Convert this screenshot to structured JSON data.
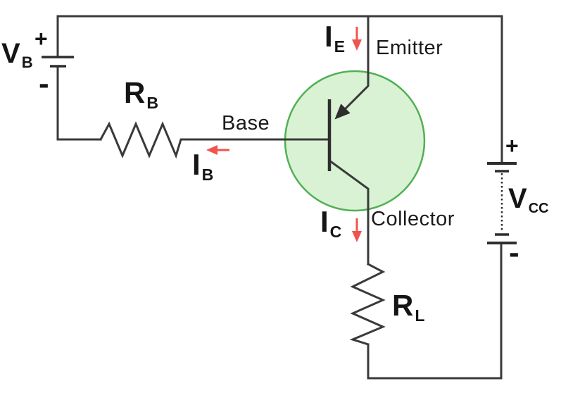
{
  "diagram": {
    "kind": "circuit-schematic",
    "components": [
      {
        "name": "battery-vb",
        "symbol": "battery-cell"
      },
      {
        "name": "resistor-rb",
        "symbol": "zigzag-resistor-horizontal"
      },
      {
        "name": "transistor-pnp",
        "symbol": "pnp-transistor-in-circle"
      },
      {
        "name": "resistor-rl",
        "symbol": "zigzag-resistor-vertical"
      },
      {
        "name": "battery-vcc",
        "symbol": "multi-cell-battery-dotted"
      }
    ]
  },
  "labels": {
    "vb": {
      "main": "V",
      "sub": "B"
    },
    "vb_plus": "+",
    "vb_minus": "-",
    "rb": {
      "main": "R",
      "sub": "B"
    },
    "base": "Base",
    "ib": {
      "main": "I",
      "sub": "B"
    },
    "ie": {
      "main": "I",
      "sub": "E"
    },
    "emitter": "Emitter",
    "ic": {
      "main": "I",
      "sub": "C"
    },
    "collector": "Collector",
    "rl": {
      "main": "R",
      "sub": "L"
    },
    "vcc": {
      "main": "V",
      "sub": "CC"
    },
    "vcc_plus": "+",
    "vcc_minus": "-"
  },
  "colors": {
    "background": "#ffffff",
    "wire": "#3a3a3a",
    "label_text": "#151515",
    "current_arrow": "#f1544e",
    "transistor_fill": "#daf2d4",
    "transistor_stroke": "#50b054"
  }
}
